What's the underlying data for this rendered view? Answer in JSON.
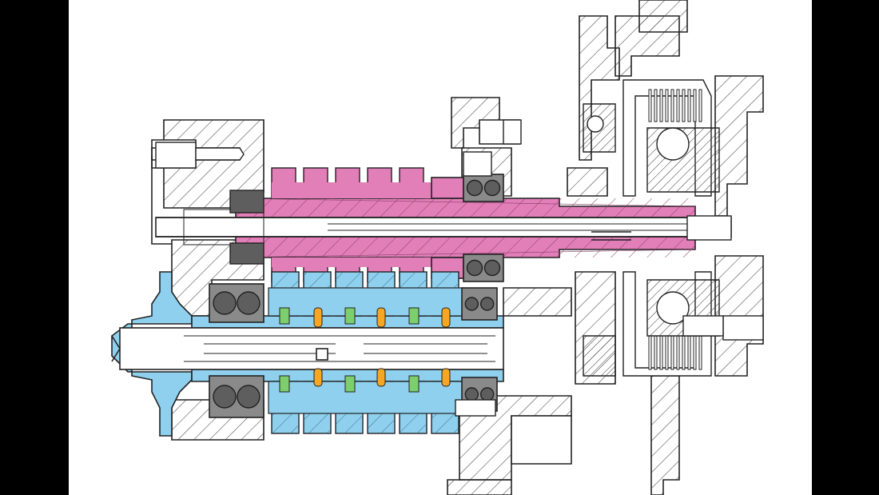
{
  "colors": {
    "frame": "#000000",
    "paper": "#ffffff",
    "line": "#222222",
    "hatch": "#555555",
    "input_shaft": "#e27fb8",
    "output_shaft": "#8fd0ee",
    "bearing": "#8a8a8a",
    "bearing_dark": "#5e5e5e",
    "needle_cage": "#f5a623",
    "dog_ring": "#7ccf6c"
  },
  "figure": {
    "input_gear_count": 5,
    "output_gear_count": 6,
    "clutch_plate_count": 10
  }
}
